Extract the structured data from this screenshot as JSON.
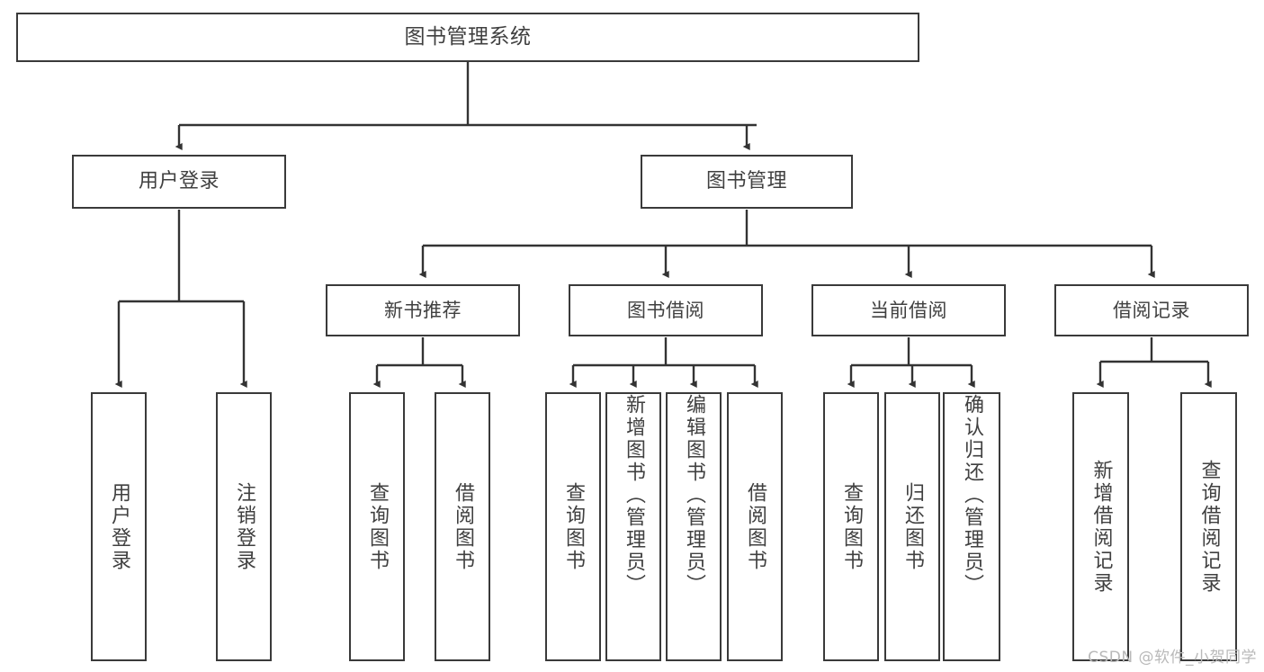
{
  "diagram": {
    "title": "图书管理系统",
    "type": "tree-hierarchy-chart",
    "watermark": "CSDN @软件_小贺同学",
    "colors": {
      "box_border": "#3a3a3a",
      "box_fill": "#ffffff",
      "connector": "#333333",
      "text": "#404040",
      "watermark": "#b9b9b9",
      "background": "#ffffff"
    },
    "root": {
      "label": "图书管理系统"
    },
    "level2": [
      {
        "label": "用户登录"
      },
      {
        "label": "图书管理"
      }
    ],
    "level3": [
      {
        "label": "新书推荐"
      },
      {
        "label": "图书借阅"
      },
      {
        "label": "当前借阅"
      },
      {
        "label": "借阅记录"
      }
    ],
    "leaves": {
      "user_login": [
        {
          "label": "用户登录"
        },
        {
          "label": "注销登录"
        }
      ],
      "new_book_recommend": [
        {
          "label": "查询图书"
        },
        {
          "label": "借阅图书"
        }
      ],
      "book_borrow": [
        {
          "label": "查询图书"
        },
        {
          "label": "新增图书（管理员）"
        },
        {
          "label": "编辑图书（管理员）"
        },
        {
          "label": "借阅图书"
        }
      ],
      "current_borrow": [
        {
          "label": "查询图书"
        },
        {
          "label": "归还图书"
        },
        {
          "label": "确认归还（管理员）"
        }
      ],
      "borrow_record": [
        {
          "label": "新增借阅记录"
        },
        {
          "label": "查询借阅记录"
        }
      ]
    }
  }
}
